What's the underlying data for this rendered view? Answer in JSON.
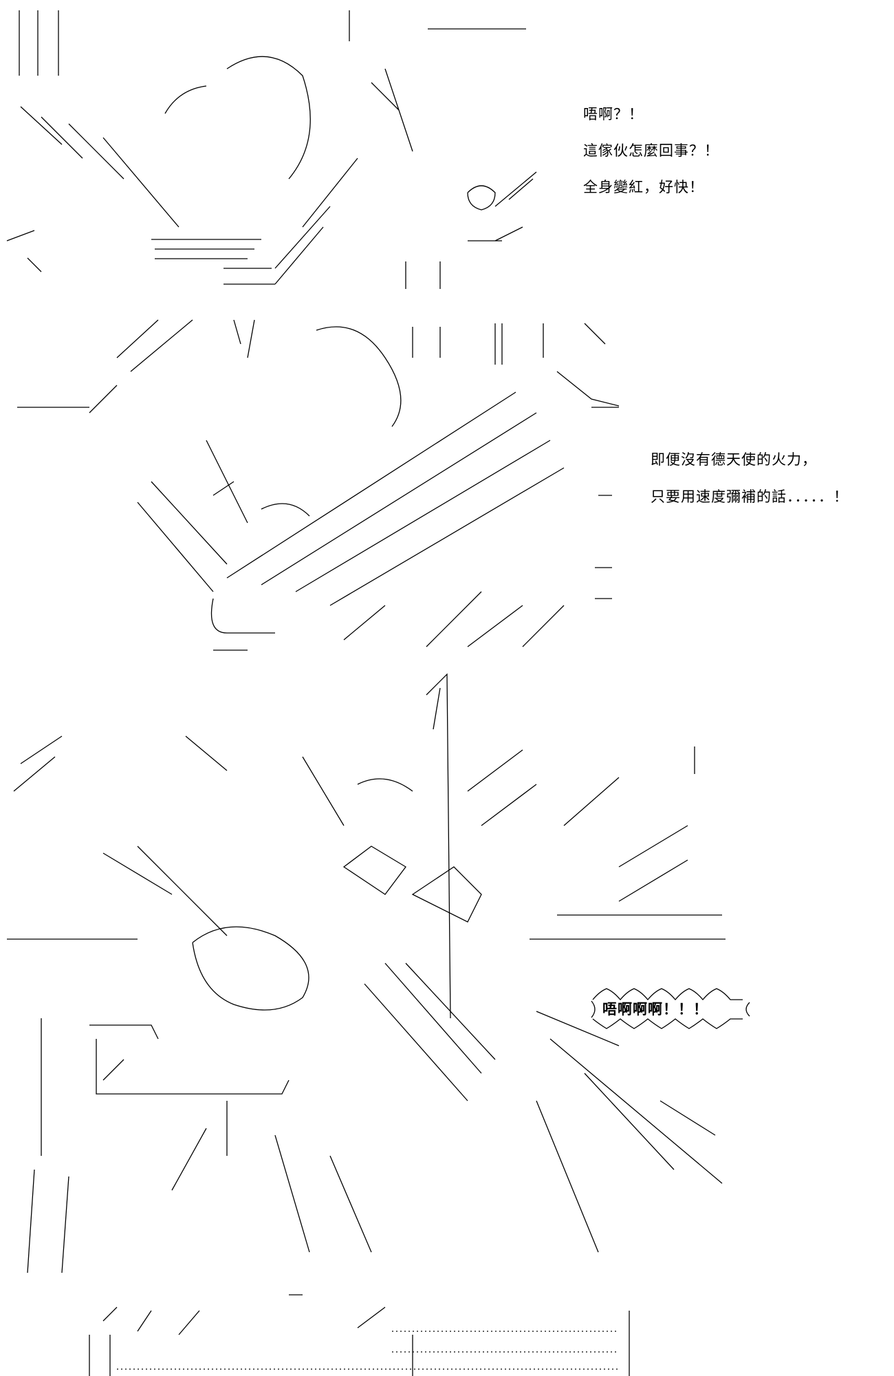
{
  "panel1": {
    "dialogue": [
      "唔啊？！",
      "這傢伙怎麼回事？！",
      "全身變紅，好快！"
    ]
  },
  "panel2": {
    "dialogue": [
      "即便沒有德天使的火力，",
      "只要用速度彌補的話．．．．．！"
    ]
  },
  "panel3": {
    "shout": "唔啊啊啊！！！"
  }
}
